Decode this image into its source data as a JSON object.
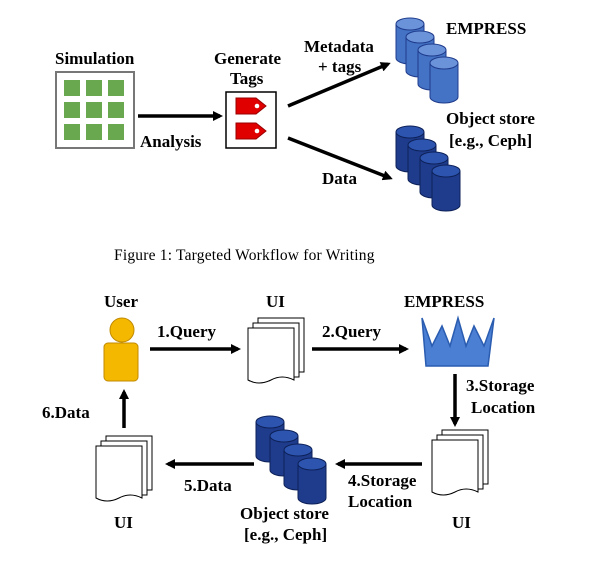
{
  "figure1": {
    "caption": "Figure 1: Targeted Workflow for Writing",
    "simulation_label": "Simulation",
    "analysis_label": "Analysis",
    "generate_tags_line1": "Generate",
    "generate_tags_line2": "Tags",
    "metadata_line1": "Metadata",
    "metadata_line2": "+ tags",
    "empress_label": "EMPRESS",
    "data_label": "Data",
    "object_store_line1": "Object store",
    "object_store_line2": "[e.g., Ceph]"
  },
  "figure2": {
    "user_label": "User",
    "ui_top_label": "UI",
    "empress_label": "EMPRESS",
    "step1": "1.Query",
    "step2": "2.Query",
    "step3_line1": "3.Storage",
    "step3_line2": "Location",
    "step4_line1": "4.Storage",
    "step4_line2": "Location",
    "step5": "5.Data",
    "step6": "6.Data",
    "ui_right_label": "UI",
    "ui_left_label": "UI",
    "object_store_line1": "Object store",
    "object_store_line2": "[e.g., Ceph]"
  },
  "colors": {
    "grid_green": "#6aa84f",
    "tag_red": "#e00000",
    "db_light_blue": "#4472c4",
    "db_dark_blue": "#1f3c8c",
    "crown_blue": "#4a7fd4",
    "user_yellow": "#f5b800"
  }
}
